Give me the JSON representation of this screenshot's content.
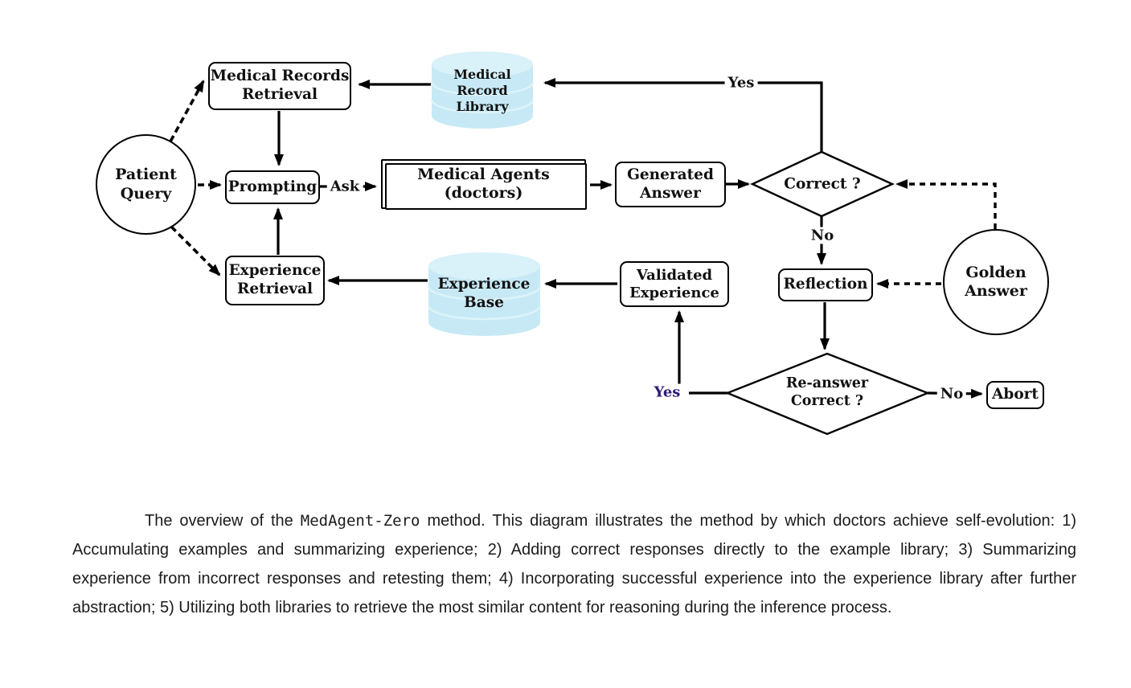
{
  "colors": {
    "cylinder_fill": "#c7e9f5",
    "cylinder_top": "#d9f1f9",
    "cylinder_band": "#ddf3f9",
    "line": "#000000",
    "yes_bottom_color": "#2d1b74"
  },
  "nodes": {
    "patient_query": {
      "label": "Patient\nQuery"
    },
    "medical_records_retrieval": {
      "label": "Medical Records\nRetrieval"
    },
    "medical_record_library": {
      "label": "Medical\nRecord\nLibrary"
    },
    "prompting": {
      "label": "Prompting"
    },
    "medical_agents": {
      "label": "Medical Agents\n(doctors)"
    },
    "generated_answer": {
      "label": "Generated\nAnswer"
    },
    "correct_decision": {
      "label": "Correct ?"
    },
    "golden_answer": {
      "label": "Golden\nAnswer"
    },
    "reflection": {
      "label": "Reflection"
    },
    "reanswer_decision": {
      "label": "Re-answer\nCorrect ?"
    },
    "abort": {
      "label": "Abort"
    },
    "validated_experience": {
      "label": "Validated\nExperience"
    },
    "experience_base": {
      "label": "Experience\nBase"
    },
    "experience_retrieval": {
      "label": "Experience\nRetrieval"
    }
  },
  "edge_labels": {
    "ask": "Ask",
    "yes_top": "Yes",
    "no_mid": "No",
    "yes_bottom": "Yes",
    "no_bottom": "No"
  },
  "caption": {
    "part1": "The overview of the ",
    "method_name": "MedAgent-Zero",
    "part2": " method. This diagram illustrates the method by which doctors achieve self-evolution: 1) Accumulating examples and summarizing experience; 2) Adding correct responses directly to the example library; 3) Summarizing experience from incorrect responses and retesting them; 4) Incorporating successful experience into the experience library after further abstraction; 5) Utilizing both libraries to retrieve the most similar content for reasoning during the inference process."
  }
}
